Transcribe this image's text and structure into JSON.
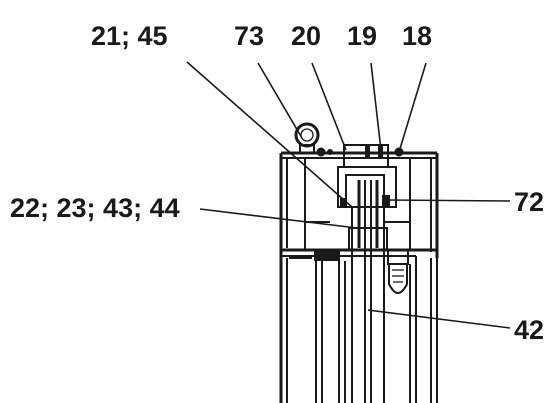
{
  "labels": {
    "l_21_45": "21; 45",
    "l_73": "73",
    "l_20": "20",
    "l_19": "19",
    "l_18": "18",
    "l_22": "22; 23; 43; 44",
    "l_72": "72",
    "l_42": "42"
  }
}
